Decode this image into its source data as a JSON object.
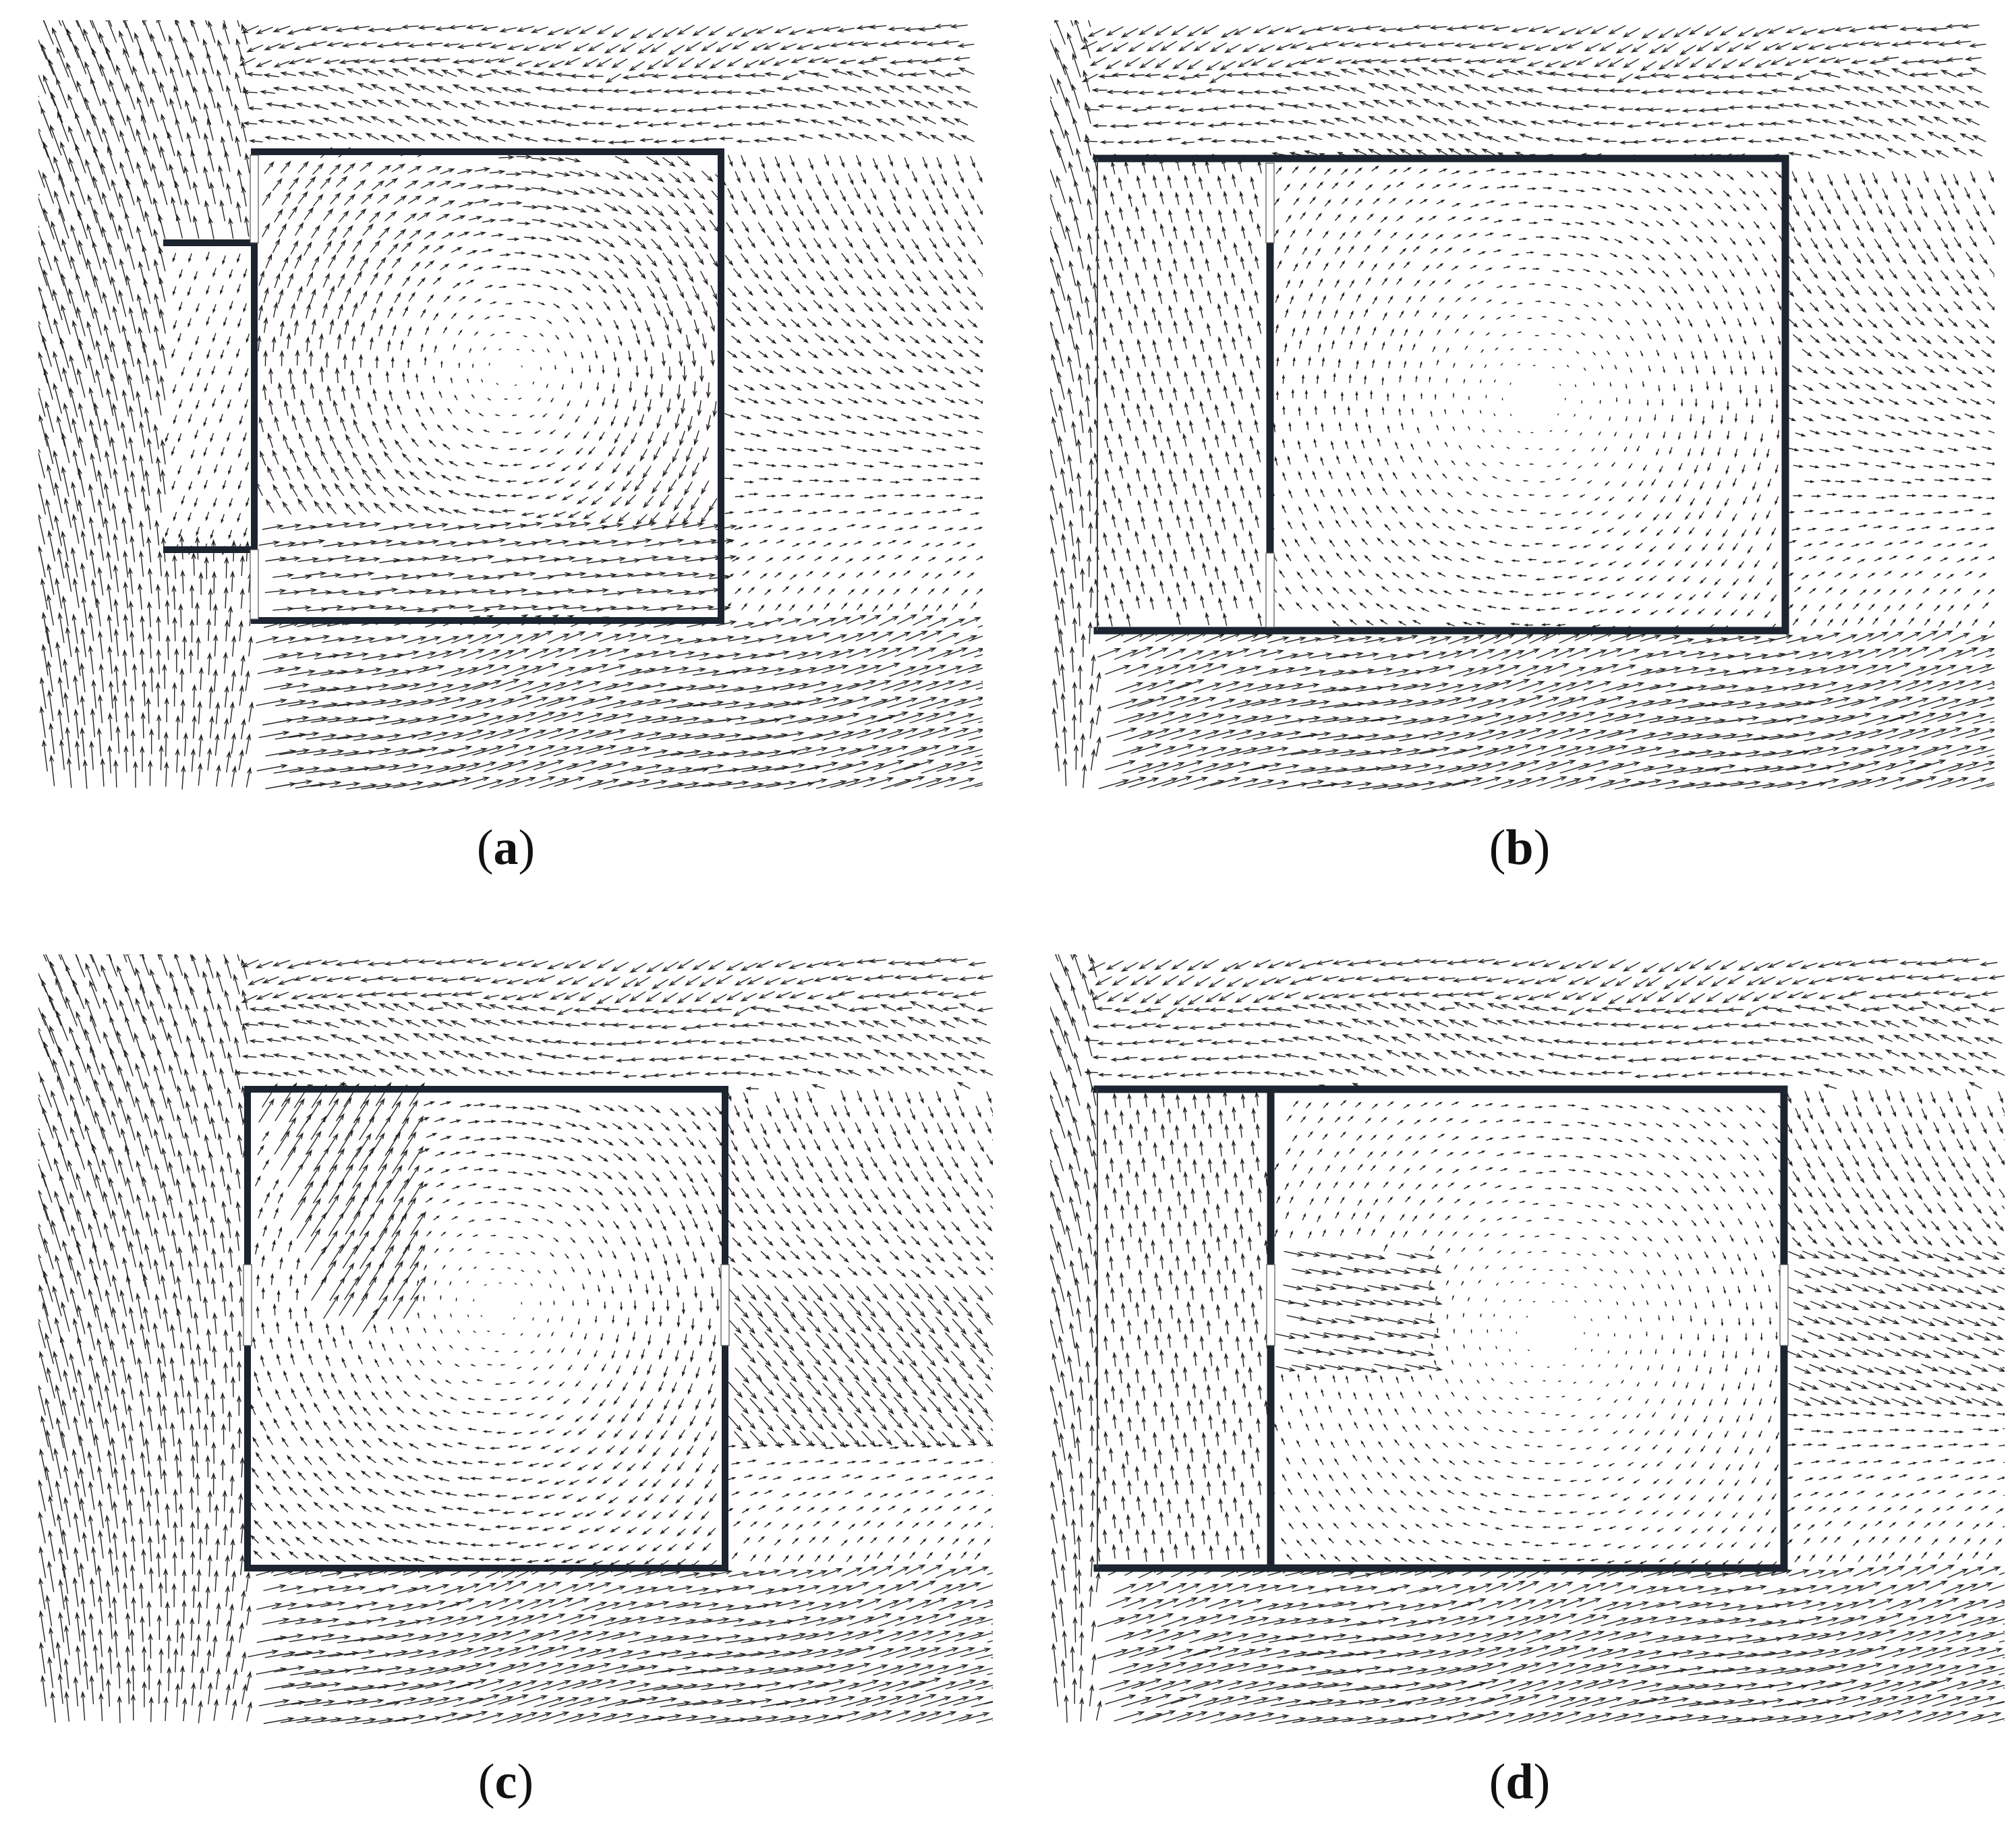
{
  "figure": {
    "panels": [
      {
        "id": "a",
        "caption_open": "(",
        "caption_letter": "a",
        "caption_close": ")"
      },
      {
        "id": "b",
        "caption_open": "(",
        "caption_letter": "b",
        "caption_close": ")"
      },
      {
        "id": "c",
        "caption_open": "(",
        "caption_letter": "c",
        "caption_close": ")"
      },
      {
        "id": "d",
        "caption_open": "(",
        "caption_letter": "d",
        "caption_close": ")"
      }
    ],
    "colors": {
      "wall": "#1c2430",
      "arrow": "#222222",
      "opening": "#ffffff"
    }
  }
}
